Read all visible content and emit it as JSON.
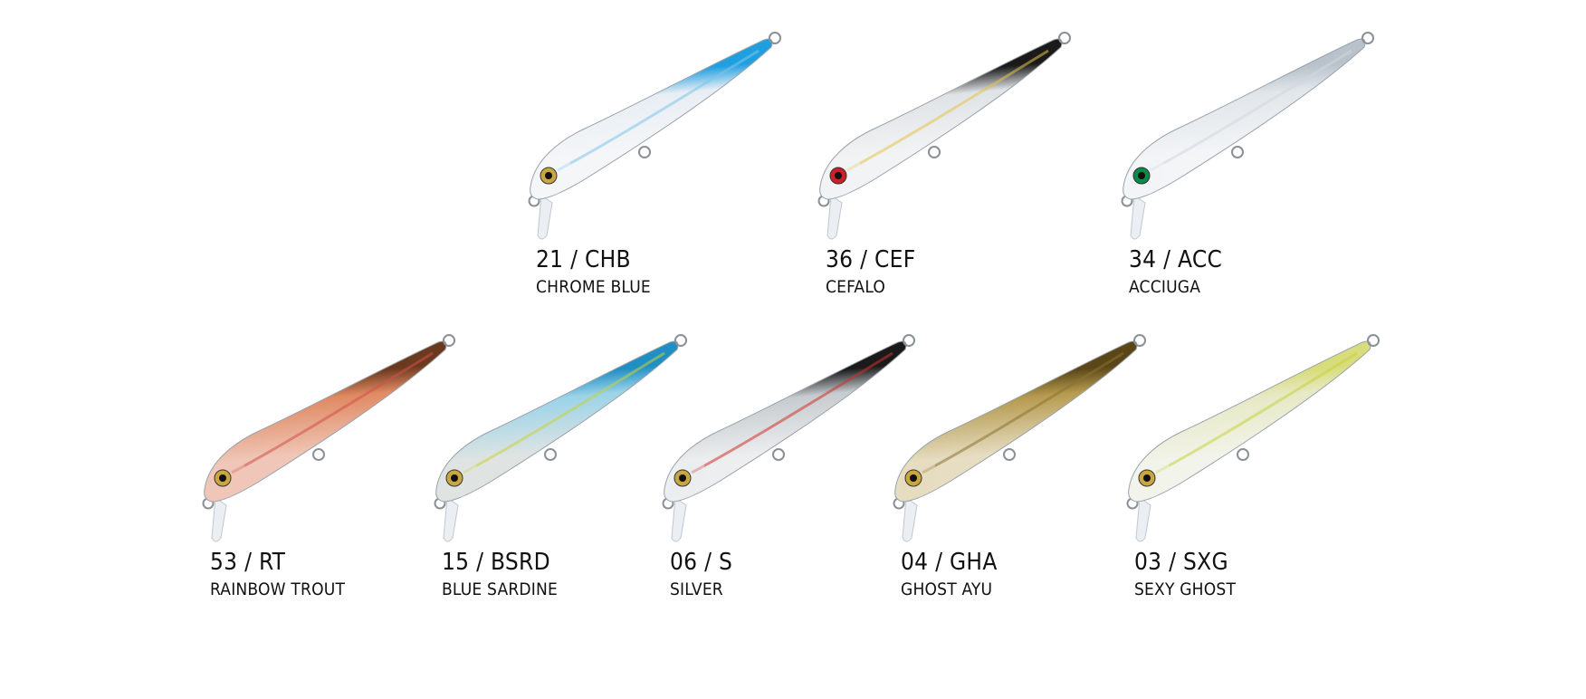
{
  "lures": [
    {
      "code": "21 / CHB",
      "name": "CHROME BLUE",
      "colors": {
        "back": "#1e9fe0",
        "body": "#e8eef4",
        "belly": "#f4f6f8",
        "eye": "#c9a640",
        "accent": "#7fc4ea"
      }
    },
    {
      "code": "36 / CEF",
      "name": "CEFALO",
      "colors": {
        "back": "#1a1a1a",
        "body": "#dfe3e6",
        "belly": "#f2f3f4",
        "eye": "#cc1f28",
        "accent": "#e8c24a"
      }
    },
    {
      "code": "34 / ACC",
      "name": "ACCIUGA",
      "colors": {
        "back": "#b9c2ca",
        "body": "#e1e6ea",
        "belly": "#f3f5f7",
        "eye": "#0b8a4a",
        "accent": "#cfd7de"
      }
    },
    {
      "code": "53 / RT",
      "name": "RAINBOW TROUT",
      "colors": {
        "back": "#6b3a1e",
        "body": "#e08a63",
        "belly": "#efc6b7",
        "eye": "#c9a640",
        "accent": "#d2504a"
      }
    },
    {
      "code": "15 / BSRD",
      "name": "BLUE SARDINE",
      "colors": {
        "back": "#1f8fc4",
        "body": "#9ad3e8",
        "belly": "#dfe4e2",
        "eye": "#c9a640",
        "accent": "#c9d23a"
      }
    },
    {
      "code": "06 / S",
      "name": "SILVER",
      "colors": {
        "back": "#1a1a1a",
        "body": "#c6cbcf",
        "belly": "#eceeef",
        "eye": "#c9a640",
        "accent": "#d2322b"
      }
    },
    {
      "code": "04 / GHA",
      "name": "GHOST AYU",
      "colors": {
        "back": "#5a4617",
        "body": "#b59a4e",
        "belly": "#e6ddc2",
        "eye": "#c9a640",
        "accent": "#8a7232"
      }
    },
    {
      "code": "03 / SXG",
      "name": "SEXY GHOST",
      "colors": {
        "back": "#d8dc7a",
        "body": "#e6e9c5",
        "belly": "#f2f3ea",
        "eye": "#c9a640",
        "accent": "#c6d23c"
      }
    }
  ]
}
